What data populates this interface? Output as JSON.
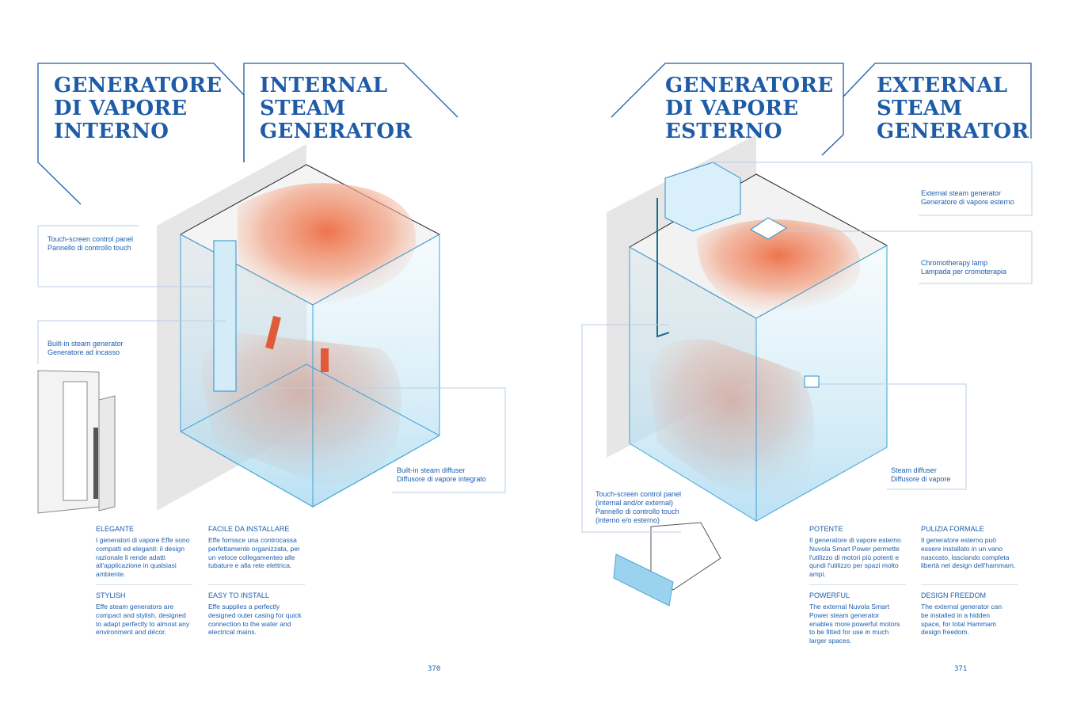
{
  "left_page": {
    "title_it": [
      "GENERATORE",
      "DI VAPORE",
      "INTERNO"
    ],
    "title_en": [
      "INTERNAL",
      "STEAM",
      "GENERATOR"
    ],
    "callouts": [
      {
        "line1": "Touch-screen control panel",
        "line2": "Pannello di controllo touch"
      },
      {
        "line1": "Built-in steam generator",
        "line2": "Generatore ad incasso"
      },
      {
        "line1": "Built-in steam diffuser",
        "line2": "Diffusore di vapore integrato"
      }
    ],
    "sections": [
      {
        "heading": "ELEGANTE",
        "text": "I generatori di vapore Effe sono compatti ed eleganti: il design razionale li rende adatti all'applicazione in qualsiasi ambiente."
      },
      {
        "heading": "FACILE DA INSTALLARE",
        "text": "Effe fornisce una controcassa perfettamente organizzata, per un veloce collegamenteo alle tubature e alla rete elettrica."
      },
      {
        "heading": "STYLISH",
        "text": "Effe steam generators are compact and stylish, designed to adapt perfectly to almost any environment and décor."
      },
      {
        "heading": "EASY TO INSTALL",
        "text": "Effe supplies a perfectly designed outer casing for quick connection to the water and electrical mains."
      }
    ],
    "page_number": "370"
  },
  "right_page": {
    "title_it": [
      "GENERATORE",
      "DI VAPORE",
      "ESTERNO"
    ],
    "title_en": [
      "EXTERNAL",
      "STEAM",
      "GENERATOR"
    ],
    "callouts": [
      {
        "line1": "External steam generator",
        "line2": "Generatore di vapore esterno"
      },
      {
        "line1": "Chromotherapy lamp",
        "line2": "Lampada per cromoterapia"
      },
      {
        "line1": "Steam diffuser",
        "line2": "Diffusore di vapore"
      },
      {
        "line1": "Touch-screen control panel",
        "line2": "(internal and/or external)",
        "line3": "Pannello di controllo touch",
        "line4": "(interno e/o esterno)"
      }
    ],
    "sections": [
      {
        "heading": "POTENTE",
        "text": "Il generatore di vapore esterno Nuvola Smart Power permette l'utilizzo di motori più potenti e qundi l'utilizzo per spazi molto ampi."
      },
      {
        "heading": "PULIZIA FORMALE",
        "text": "Il generatore esterno può essere installato in un vano nascosto, lasciando completa libertà nel design dell'hammam."
      },
      {
        "heading": "POWERFUL",
        "text": "The external Nuvola Smart Power steam generator enables more powerful motors to be fitted for use in much larger spaces."
      },
      {
        "heading": "DESIGN FREEDOM",
        "text": "The external generator can be installed in a hidden space, for total Hammam design freedom."
      }
    ],
    "page_number": "371"
  },
  "colors": {
    "brand_blue": "#1f5ca8",
    "steam_orange": "#ee7a55",
    "glass": "#cfe9f6"
  }
}
